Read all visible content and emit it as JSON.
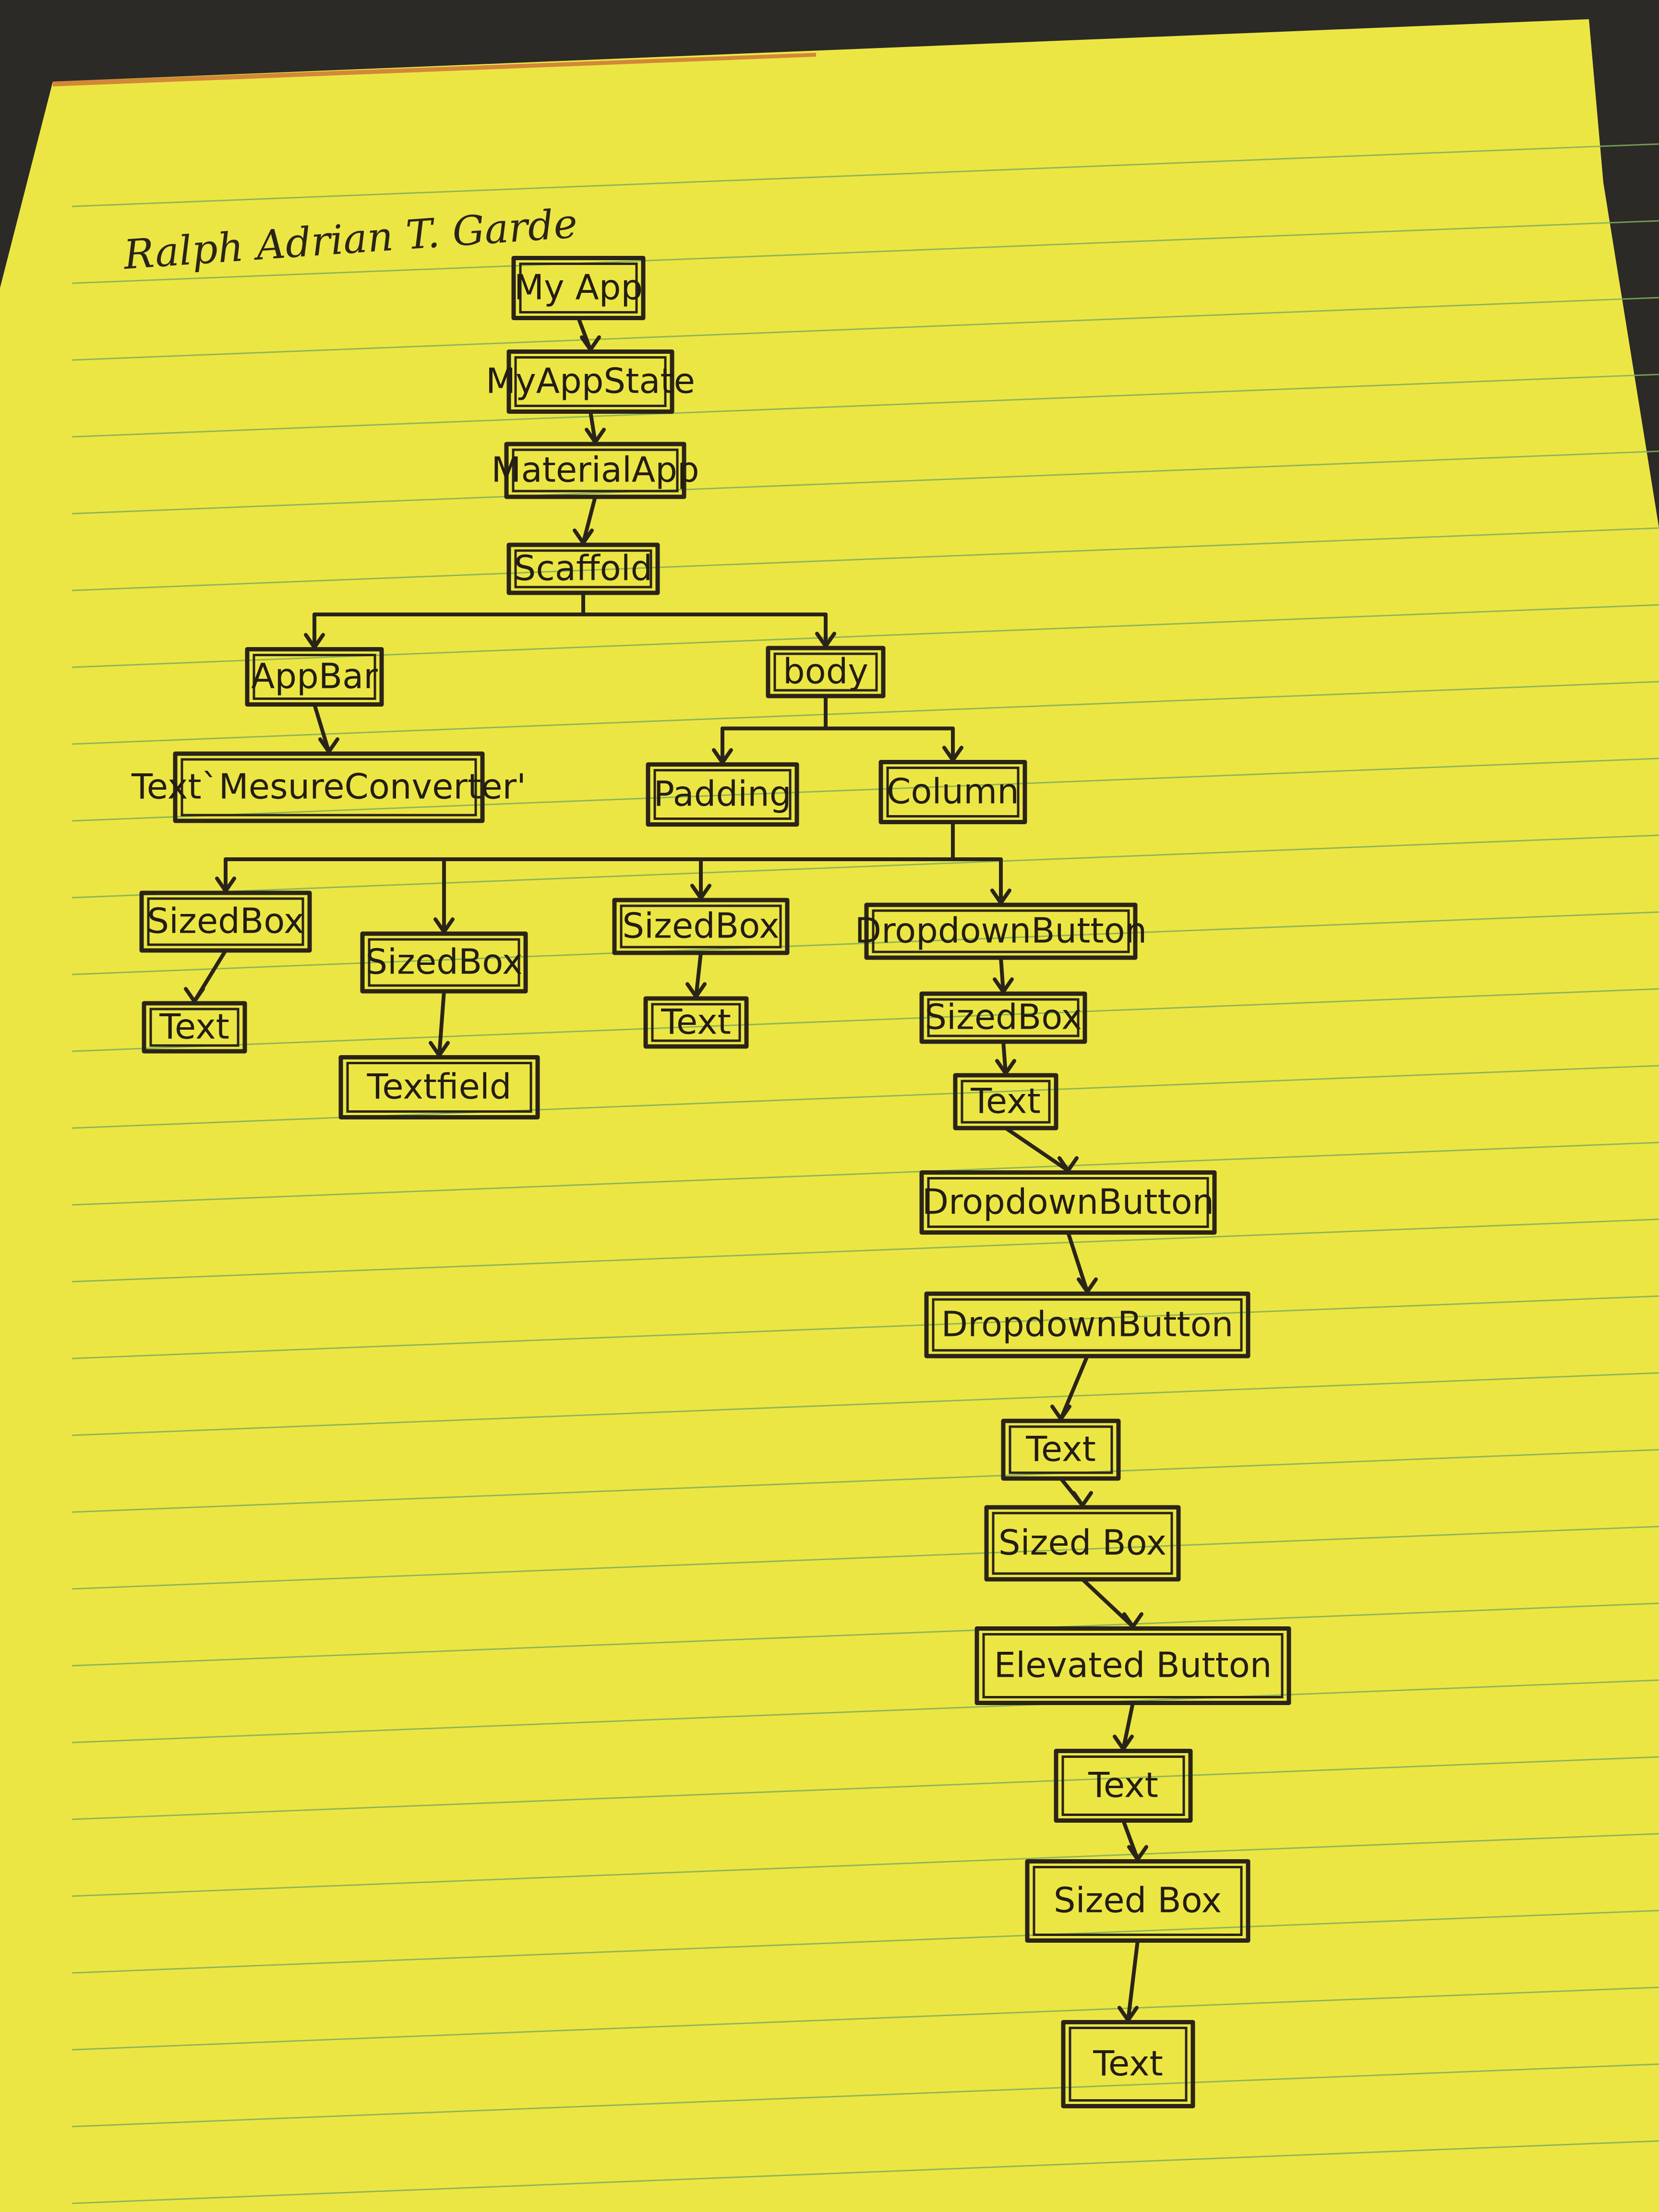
{
  "author_signature": "Ralph Adrian T. Garde",
  "colors": {
    "paper": "#ece645",
    "rules": "#7fae5a",
    "ink": "#2a2418",
    "desk": "#2b2a27"
  },
  "nodes": [
    {
      "id": "myapp",
      "label": "My App"
    },
    {
      "id": "myappstate",
      "label": "MyAppState"
    },
    {
      "id": "materialapp",
      "label": "MaterialApp"
    },
    {
      "id": "scaffold",
      "label": "Scaffold"
    },
    {
      "id": "appbar",
      "label": "AppBar"
    },
    {
      "id": "body",
      "label": "body"
    },
    {
      "id": "text_title",
      "label": "Text`MesureConverter'"
    },
    {
      "id": "padding",
      "label": "Padding"
    },
    {
      "id": "column",
      "label": "Column"
    },
    {
      "id": "sizedbox1",
      "label": "SizedBox"
    },
    {
      "id": "sizedbox2",
      "label": "SizedBox"
    },
    {
      "id": "sizedbox3",
      "label": "SizedBox"
    },
    {
      "id": "dropdown1",
      "label": "DropdownButton"
    },
    {
      "id": "text1",
      "label": "Text"
    },
    {
      "id": "textfield",
      "label": "Textfield"
    },
    {
      "id": "text2",
      "label": "Text"
    },
    {
      "id": "sizedbox4",
      "label": "SizedBox"
    },
    {
      "id": "text3",
      "label": "Text"
    },
    {
      "id": "dropdown2",
      "label": "DropdownButton"
    },
    {
      "id": "dropdown3",
      "label": "DropdownButton"
    },
    {
      "id": "text4",
      "label": "Text"
    },
    {
      "id": "sizedbox5",
      "label": "Sized Box"
    },
    {
      "id": "elevated",
      "label": "Elevated Button"
    },
    {
      "id": "text5",
      "label": "Text"
    },
    {
      "id": "sizedbox6",
      "label": "Sized Box"
    },
    {
      "id": "text6",
      "label": "Text"
    }
  ],
  "edges": [
    [
      "myapp",
      "myappstate"
    ],
    [
      "myappstate",
      "materialapp"
    ],
    [
      "materialapp",
      "scaffold"
    ],
    [
      "scaffold",
      "appbar"
    ],
    [
      "scaffold",
      "body"
    ],
    [
      "appbar",
      "text_title"
    ],
    [
      "body",
      "padding"
    ],
    [
      "body",
      "column"
    ],
    [
      "column",
      "sizedbox1"
    ],
    [
      "column",
      "sizedbox2"
    ],
    [
      "column",
      "sizedbox3"
    ],
    [
      "column",
      "dropdown1"
    ],
    [
      "sizedbox1",
      "text1"
    ],
    [
      "sizedbox2",
      "textfield"
    ],
    [
      "sizedbox3",
      "text2"
    ],
    [
      "dropdown1",
      "sizedbox4"
    ],
    [
      "sizedbox4",
      "text3"
    ],
    [
      "text3",
      "dropdown2"
    ],
    [
      "dropdown2",
      "dropdown3"
    ],
    [
      "dropdown3",
      "text4"
    ],
    [
      "text4",
      "sizedbox5"
    ],
    [
      "sizedbox5",
      "elevated"
    ],
    [
      "elevated",
      "text5"
    ],
    [
      "text5",
      "sizedbox6"
    ],
    [
      "sizedbox6",
      "text6"
    ]
  ]
}
